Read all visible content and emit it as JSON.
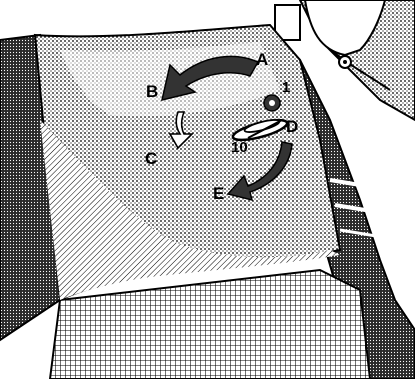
{
  "diagram": {
    "labels": {
      "a": "A",
      "b": "B",
      "c": "C",
      "d": "D",
      "e": "E",
      "n1": "1",
      "n10": "10"
    },
    "colors": {
      "ink": "#000000",
      "paper": "#ffffff",
      "arrow_dark": "#333333",
      "arrow_mid": "#777777",
      "cloth_shade": "#bdbdbd",
      "dark_shade": "#4a4a4a"
    },
    "icons": {
      "cloth": "fabric-sheet-icon",
      "machine": "sewing-machine-arm-icon",
      "latch": "bobbin-latch-icon",
      "mesh": "mesh-pad-icon"
    }
  }
}
